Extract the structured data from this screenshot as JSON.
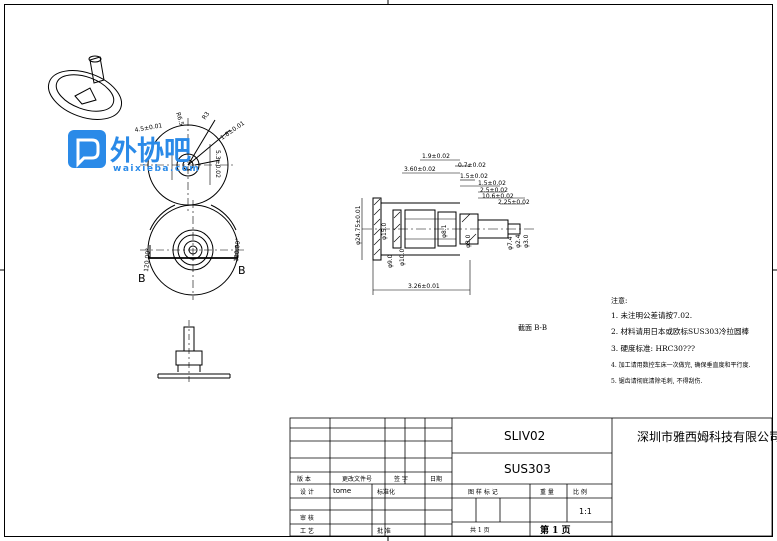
{
  "logo": {
    "brand_cn": "外协吧",
    "brand_en": "waixieba.com"
  },
  "section": {
    "b_left": "B",
    "b_right": "B",
    "label": "截面  B-B"
  },
  "dims_topview": {
    "d1": "4.5±0.01",
    "d2": "R6.5",
    "d3": "R3",
    "d4": "1.8±0.01",
    "d5": "5.3±0.02"
  },
  "dims_midview": {
    "a1": "120.00°",
    "a2": "120.00°"
  },
  "dims_section": {
    "h1": "1.9±0.02",
    "h2": "3.60±0.02",
    "h3": "0.7±0.02",
    "h4": "1.5±0.02",
    "h5": "1.5±0.02",
    "h6": "2.5±0.02",
    "h7": "10.6±0.02",
    "h8": "2.25±0.02",
    "v1": "φ24.75±0.01",
    "v2": "φ15.0",
    "v3": "φ9.0",
    "v4": "φ10.0",
    "v5": "φ8.1",
    "v6": "φ3.0",
    "v7": "φ7.4",
    "v8": "φ2.4",
    "v9": "φ3.0",
    "bottom": "3.26±0.01"
  },
  "notes": {
    "header": "注意:",
    "items": [
      "1. 未注明公差请按7.02.",
      "2. 材料请用日本或欧标SUS303冷拉圆棒",
      "3. 硬度标准: HRC30???",
      "4. 加工请用数控车床一次做完, 确保垂直度和平行度.",
      "5. 锯齿请彻底清除毛刺, 不得刮伤."
    ]
  },
  "title_block": {
    "part_no": "SLIV02",
    "material": "SUS303",
    "company": "深圳市雅西姆科技有限公司",
    "rev_headers": [
      "版  本",
      "更改文件号",
      "签  字",
      "日期"
    ],
    "design_label": "设  计",
    "design_value": "tome",
    "std_label": "标准化",
    "review_label": "审  核",
    "process_label": "工  艺",
    "approve_label": "批  准",
    "drawing_mark_label": "图 样 标 记",
    "weight_label": "重  量",
    "scale_label": "比  例",
    "scale_value": "1:1",
    "total_pages": "共  1  页",
    "page": "第  1  页"
  }
}
